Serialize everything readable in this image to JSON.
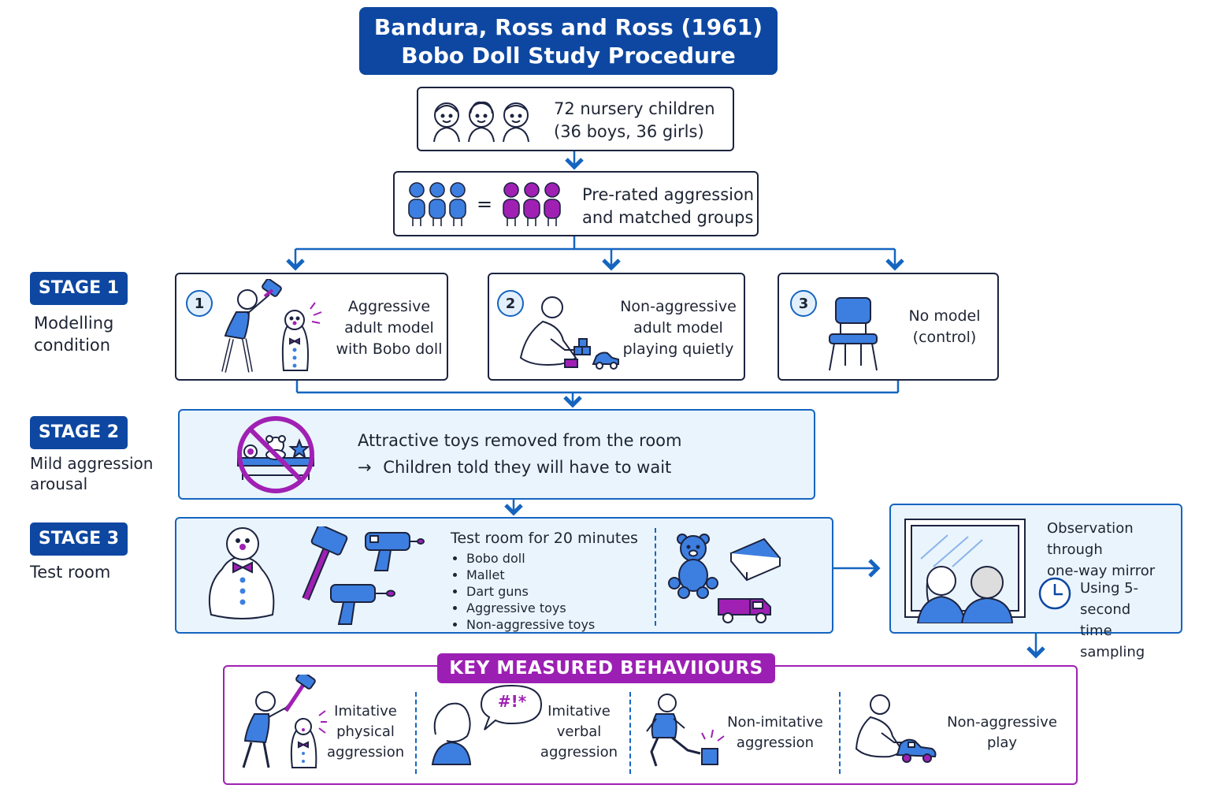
{
  "title": {
    "line1": "Bandura, Ross and Ross (1961)",
    "line2": "Bobo Doll Study Procedure"
  },
  "participants": {
    "line1": "72 nursery children",
    "line2": "(36 boys, 36 girls)"
  },
  "matching": {
    "line1": "Pre-rated aggression",
    "line2": "and matched groups",
    "equals": "="
  },
  "stage1": {
    "badge": "STAGE 1",
    "label_line1": "Modelling",
    "label_line2": "condition",
    "conditions": [
      {
        "number": "1",
        "line1": "Aggressive",
        "line2": "adult model",
        "line3": "with Bobo doll"
      },
      {
        "number": "2",
        "line1": "Non-aggressive",
        "line2": "adult model",
        "line3": "playing quietly"
      },
      {
        "number": "3",
        "line1": "No model",
        "line2": "(control)"
      }
    ]
  },
  "stage2": {
    "badge": "STAGE 2",
    "label_line1": "Mild aggression",
    "label_line2": "arousal",
    "line1": "Attractive toys removed from the room",
    "line2": "Children told they will have to wait",
    "arrow": "→"
  },
  "stage3": {
    "badge": "STAGE 3",
    "label": "Test room",
    "heading": "Test room for 20 minutes",
    "items": [
      "Bobo doll",
      "Mallet",
      "Dart guns",
      "Aggressive toys",
      "Non-aggressive toys"
    ]
  },
  "observation": {
    "line1": "Observation through",
    "line2": "one-way mirror",
    "sampling_line1": "Using 5-second",
    "sampling_line2": "time sampling"
  },
  "key": {
    "heading": "KEY MEASURED BEHAVIIOURS",
    "behaviours": [
      {
        "line1": "Imitative",
        "line2": "physical",
        "line3": "aggression"
      },
      {
        "line1": "Imitative",
        "line2": "verbal",
        "line3": "aggression",
        "speech": "#!*"
      },
      {
        "line1": "Non-imitative",
        "line2": "aggression"
      },
      {
        "line1": "Non-aggressive",
        "line2": "play"
      }
    ]
  },
  "colors": {
    "navy": "#0d47a1",
    "blue": "#1565c0",
    "icon_blue": "#3d7fe0",
    "magenta": "#a020b4",
    "panel": "#eaf4fc"
  }
}
